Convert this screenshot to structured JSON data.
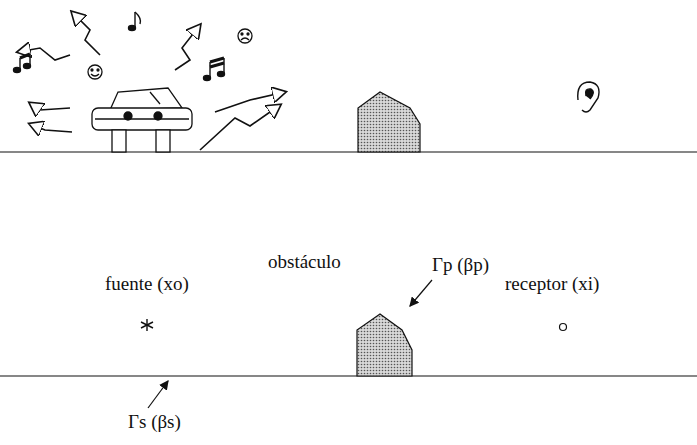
{
  "diagram": {
    "labels": [
      "fuente (xo)",
      "obstáculo",
      "Γp (βp)",
      "receptor (xi)",
      "Γs (βs)"
    ]
  }
}
